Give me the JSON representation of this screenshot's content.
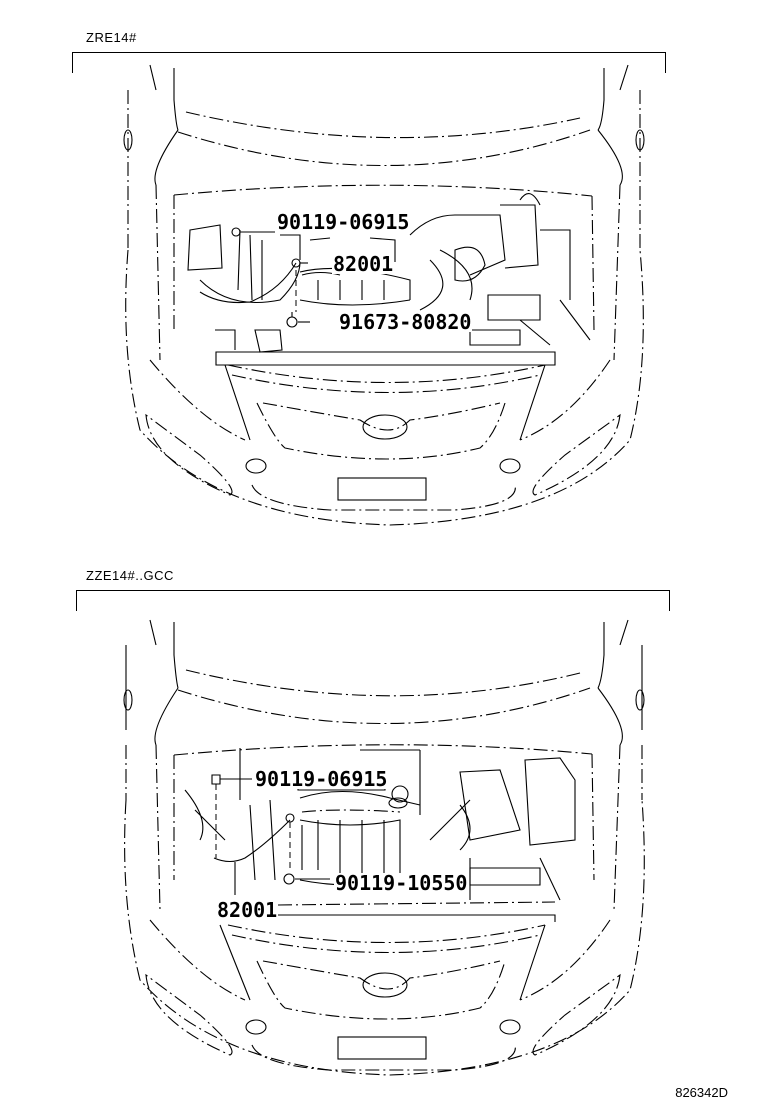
{
  "diagrams": [
    {
      "title": "ZRE14#",
      "callouts": [
        {
          "part_no": "90119-06915"
        },
        {
          "part_no": "82001"
        },
        {
          "part_no": "91673-80820"
        }
      ]
    },
    {
      "title": "ZZE14#..GCC",
      "callouts": [
        {
          "part_no": "90119-06915"
        },
        {
          "part_no": "90119-10550"
        },
        {
          "part_no": "82001"
        }
      ]
    }
  ],
  "illustration_ref": "826342D",
  "colors": {
    "line": "#000000",
    "background": "#ffffff"
  }
}
